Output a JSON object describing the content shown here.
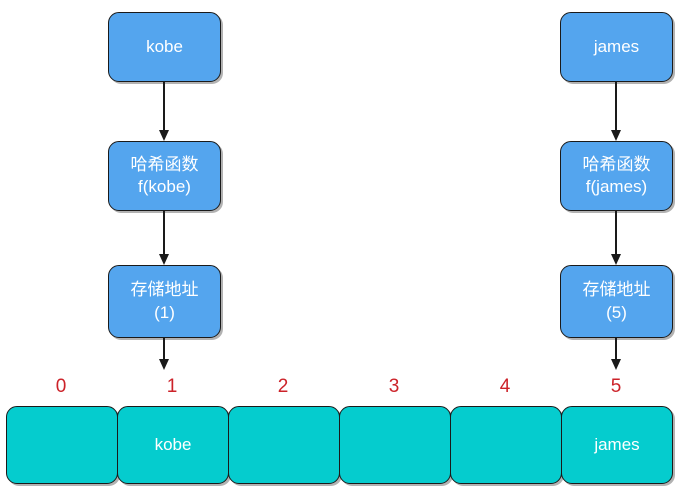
{
  "diagram": {
    "title": "hash-function-to-bucket-mapping",
    "colors": {
      "box_fill": "#54a5ee",
      "bucket_fill": "#05ccce",
      "index_text": "#cc2229",
      "stroke": "#1a1a1a",
      "label_text": "#ffffff",
      "background": "#ffffff"
    },
    "flows": [
      {
        "id": "kobe",
        "key_box": {
          "lines": [
            "kobe"
          ]
        },
        "hash_box": {
          "lines": [
            "哈希函数",
            "f(kobe)"
          ]
        },
        "address_box": {
          "lines": [
            "存储地址",
            "(1)"
          ]
        },
        "target_index": 1
      },
      {
        "id": "james",
        "key_box": {
          "lines": [
            "james"
          ]
        },
        "hash_box": {
          "lines": [
            "哈希函数",
            "f(james)"
          ]
        },
        "address_box": {
          "lines": [
            "存储地址",
            "(5)"
          ]
        },
        "target_index": 5
      }
    ],
    "bucket_row": {
      "indices": [
        "0",
        "1",
        "2",
        "3",
        "4",
        "5"
      ],
      "cells": [
        {
          "index": "0",
          "value": ""
        },
        {
          "index": "1",
          "value": "kobe"
        },
        {
          "index": "2",
          "value": ""
        },
        {
          "index": "3",
          "value": ""
        },
        {
          "index": "4",
          "value": ""
        },
        {
          "index": "5",
          "value": "james"
        }
      ]
    }
  }
}
